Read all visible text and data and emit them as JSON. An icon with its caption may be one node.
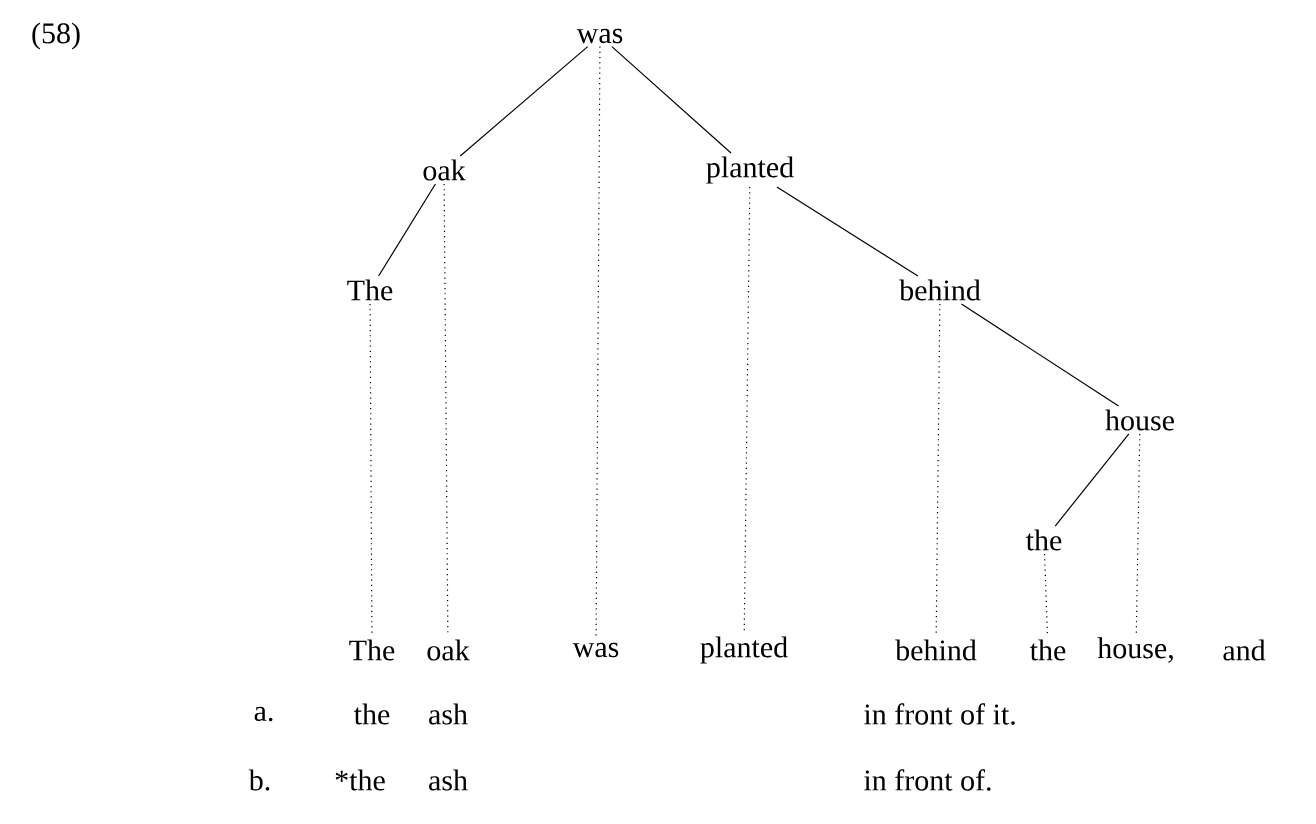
{
  "diagram": {
    "nodes": [
      {
        "text": [
          "was"
        ]
      },
      {
        "text": [
          "oak"
        ]
      },
      {
        "text": [
          "planted"
        ]
      },
      {
        "text": [
          "The"
        ]
      },
      {
        "text": [
          "behind"
        ]
      },
      {
        "text": [
          "house"
        ]
      },
      {
        "text": [
          "the"
        ]
      },
      {
        "text": [
          "The"
        ]
      },
      {
        "text": [
          "oak"
        ]
      },
      {
        "text": [
          "was"
        ]
      },
      {
        "text": [
          "planted"
        ]
      },
      {
        "text": [
          "behind"
        ]
      },
      {
        "text": [
          "the"
        ]
      },
      {
        "text": [
          "house,"
        ]
      }
    ],
    "edges": [
      {
        "from": 0,
        "to": 1,
        "arrow": "none"
      },
      {
        "from": 0,
        "to": 2,
        "arrow": "none"
      },
      {
        "from": 1,
        "to": 3,
        "arrow": "none"
      },
      {
        "from": 2,
        "to": 4,
        "arrow": "none"
      },
      {
        "from": 4,
        "to": 5,
        "arrow": "none"
      },
      {
        "from": 5,
        "to": 6,
        "arrow": "none"
      },
      {
        "from": 0,
        "to": 9,
        "arrow": "none",
        "style": "dashed"
      },
      {
        "from": 1,
        "to": 8,
        "arrow": "none",
        "style": "dashed"
      },
      {
        "from": 3,
        "to": 7,
        "arrow": "none",
        "style": "dashed"
      },
      {
        "from": 2,
        "to": 10,
        "arrow": "none",
        "style": "dashed"
      },
      {
        "from": 4,
        "to": 11,
        "arrow": "none",
        "style": "dashed"
      },
      {
        "from": 6,
        "to": 12,
        "arrow": "none",
        "style": "dashed"
      },
      {
        "from": 5,
        "to": 13,
        "arrow": "none",
        "style": "dashed"
      }
    ],
    "labels": [
      "(58)",
      "and",
      "a.",
      "the",
      "ash",
      "in front of it.",
      "b.",
      "*the",
      "ash",
      "in front of."
    ]
  }
}
